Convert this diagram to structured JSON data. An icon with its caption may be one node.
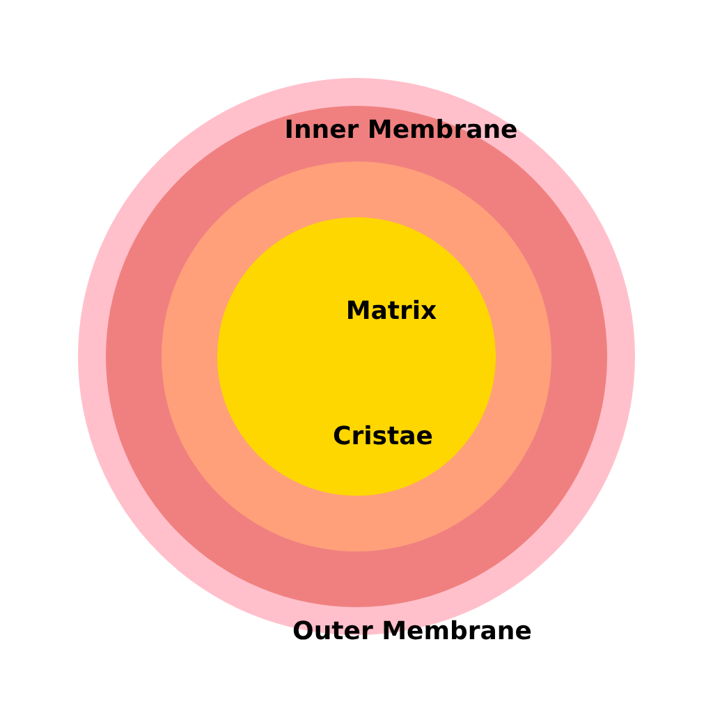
{
  "diagram": {
    "nodes": [
      {
        "text": [
          "Outer Membrane"
        ]
      },
      {
        "text": [
          "Inner Membrane"
        ],
        "in": 0
      },
      {
        "text": [],
        "shape": "circle",
        "in": 1
      },
      {
        "text": [
          "Matrix",
          "Cristae"
        ],
        "in": 2
      }
    ]
  }
}
